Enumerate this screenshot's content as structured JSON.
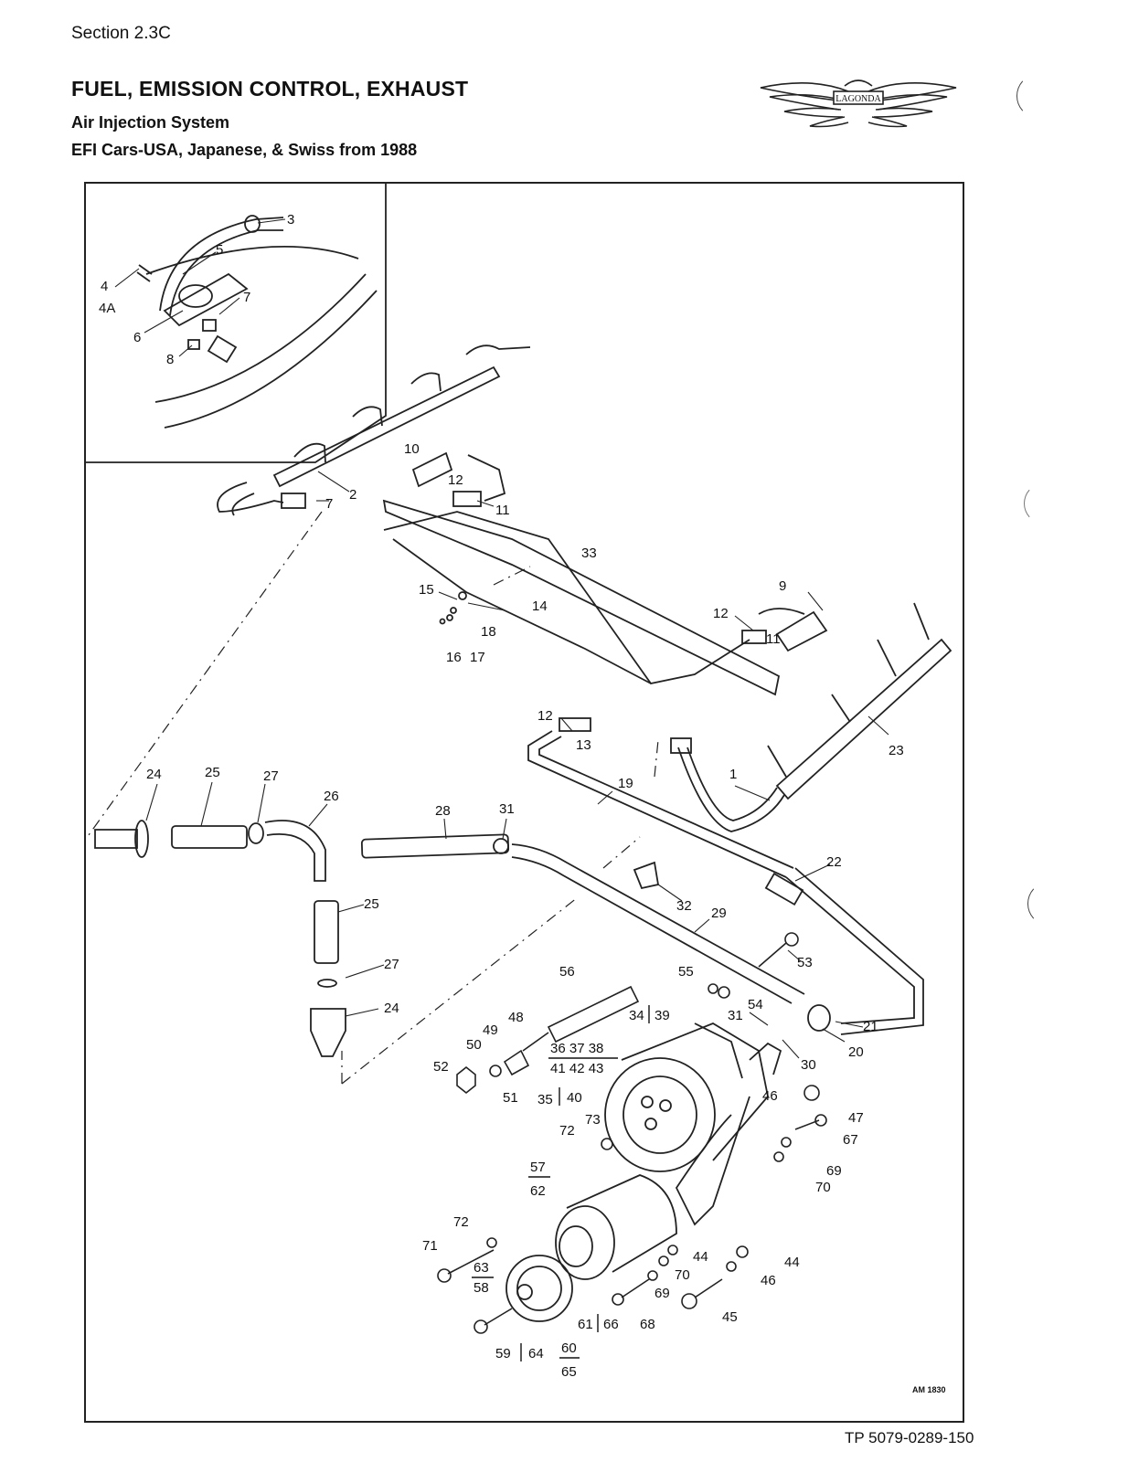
{
  "header": {
    "section": "Section 2.3C",
    "title": "FUEL, EMISSION CONTROL, EXHAUST",
    "subtitle_1": "Air Injection System",
    "subtitle_2": "EFI Cars-USA, Japanese, & Swiss from 1988"
  },
  "logo": {
    "text": "LAGONDA",
    "icon": "winged-badge-icon"
  },
  "diagram": {
    "code": "AM 1830",
    "labels": {
      "l1": "1",
      "l2": "2",
      "l3": "3",
      "l4": "4",
      "l4a": "4A",
      "l5": "5",
      "l6": "6",
      "l7a": "7",
      "l7b": "7",
      "l8": "8",
      "l9": "9",
      "l10": "10",
      "l11a": "11",
      "l11b": "11",
      "l12a": "12",
      "l12b": "12",
      "l12c": "12",
      "l13": "13",
      "l14": "14",
      "l15": "15",
      "l16": "16",
      "l17": "17",
      "l18": "18",
      "l19": "19",
      "l20": "20",
      "l21": "21",
      "l22": "22",
      "l23": "23",
      "l24a": "24",
      "l24b": "24",
      "l25a": "25",
      "l25b": "25",
      "l26": "26",
      "l27a": "27",
      "l27b": "27",
      "l28": "28",
      "l29": "29",
      "l30": "30",
      "l31a": "31",
      "l31b": "31",
      "l32": "32",
      "l33": "33",
      "l34": "34",
      "l39": "39",
      "l35": "35",
      "l40": "40",
      "l36_37_38": "36 37 38",
      "l41_42_43": "41 42 43",
      "l44a": "44",
      "l44b": "44",
      "l45": "45",
      "l46a": "46",
      "l46b": "46",
      "l47": "47",
      "l48": "48",
      "l49": "49",
      "l50": "50",
      "l51": "51",
      "l52": "52",
      "l53": "53",
      "l54": "54",
      "l55": "55",
      "l56": "56",
      "l57": "57",
      "l62": "62",
      "l58": "58",
      "l63": "63",
      "l59": "59",
      "l64": "64",
      "l60": "60",
      "l65": "65",
      "l61": "61",
      "l66": "66",
      "l67": "67",
      "l68": "68",
      "l69a": "69",
      "l69b": "69",
      "l70a": "70",
      "l70b": "70",
      "l71": "71",
      "l72a": "72",
      "l72b": "72",
      "l73": "73"
    }
  },
  "footer": {
    "ref": "TP 5079-0289-150"
  }
}
